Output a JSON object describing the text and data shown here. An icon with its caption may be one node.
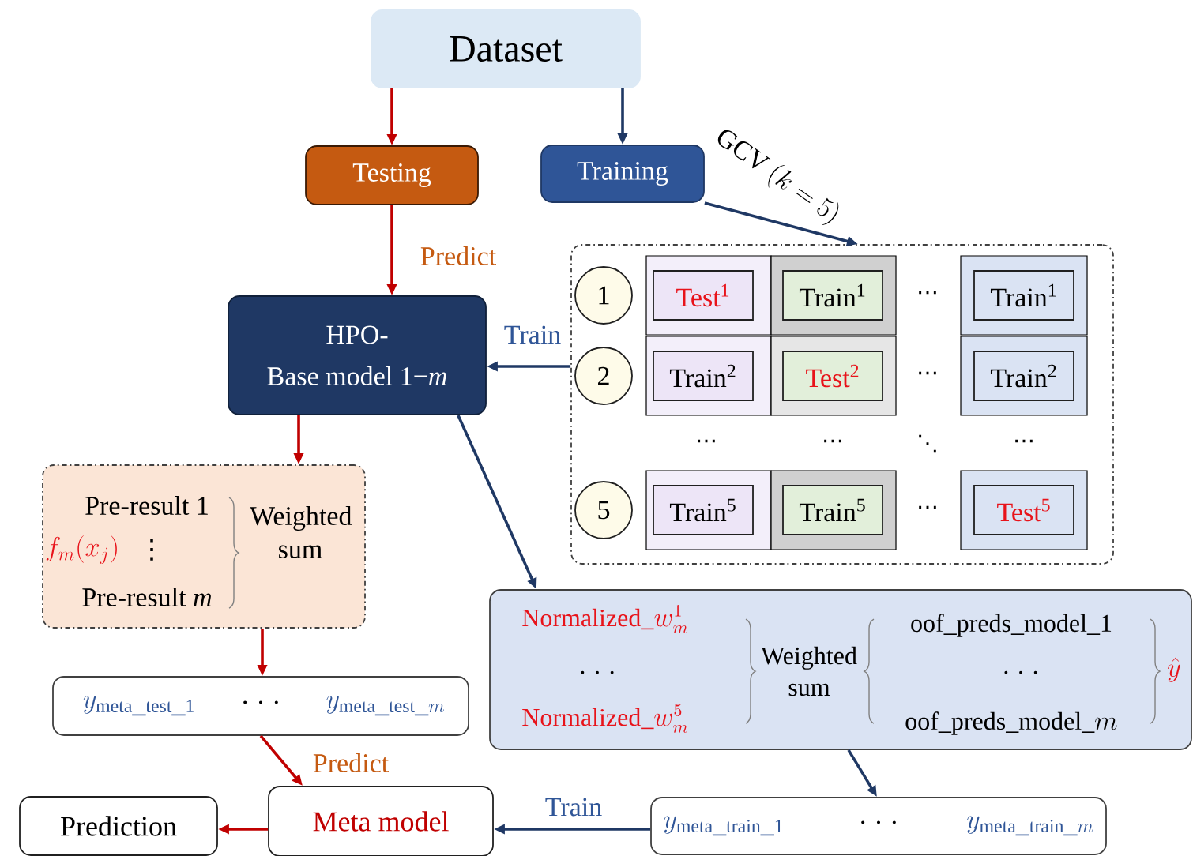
{
  "diagram": {
    "nodes": [
      {
        "text": [
          "Dataset"
        ]
      },
      {
        "text": [
          "Testing"
        ]
      },
      {
        "text": [
          "Training"
        ]
      },
      {
        "text": [
          "HPO-",
          "Base model 1−*m*"
        ]
      },
      {
        "text": [],
        "shape": "box"
      },
      {
        "text": [
          "1"
        ],
        "in": 4
      },
      {
        "text": [
          "Test$^{1}$"
        ],
        "in": 4
      },
      {
        "text": [
          "Train$^{1}$"
        ],
        "in": 4
      },
      {
        "text": [
          "Train$^{1}$"
        ],
        "in": 4
      },
      {
        "text": [
          "2"
        ],
        "in": 4
      },
      {
        "text": [
          "Train$^{2}$"
        ],
        "in": 4
      },
      {
        "text": [
          "Test$^{2}$"
        ],
        "in": 4
      },
      {
        "text": [
          "Train$^{2}$"
        ],
        "in": 4
      },
      {
        "text": [
          "5"
        ],
        "in": 4
      },
      {
        "text": [
          "Train$^{5}$"
        ],
        "in": 4
      },
      {
        "text": [
          "Train$^{5}$"
        ],
        "in": 4
      },
      {
        "text": [
          "Test$^{5}$"
        ],
        "in": 4
      },
      {
        "text": [
          "Pre-result 1",
          "f_m(x_j)",
          "⋮",
          "Pre-result *m*",
          "Weighted sum"
        ]
      },
      {
        "text": [
          "y_{\\mathrm{meta\\_test\\_1}}",
          "· · ·",
          "y_{\\mathrm{meta\\_test\\_}m}"
        ]
      },
      {
        "text": [
          "\\mathrm{Normalized\\_}w_m^{1}",
          "· · ·",
          "\\mathrm{Normalized\\_}w_m^{5}",
          "Weighted sum",
          "oof_preds_model_1",
          "· · ·",
          "\\mathrm{oof\\_preds\\_model\\_}m",
          "\\hat{y}"
        ]
      },
      {
        "text": [
          "y_{\\mathrm{meta\\_train\\_1}}",
          "· · ·",
          "y_{\\mathrm{meta\\_train\\_}m}"
        ]
      },
      {
        "text": [
          "Meta model"
        ]
      },
      {
        "text": [
          "Prediction"
        ]
      }
    ],
    "edges": [
      {
        "from": 0,
        "to": 1,
        "arrow": "to",
        "color": "#c00000"
      },
      {
        "from": 0,
        "to": 2,
        "arrow": "to",
        "color": "#1f3864"
      },
      {
        "from": 1,
        "to": 3,
        "arrow": "to",
        "label": "Predict",
        "color": "#c00000"
      },
      {
        "from": 2,
        "to": 4,
        "arrow": "to",
        "label": "\\mathrm{GCV}\\ (k=5)",
        "color": "#1f3864"
      },
      {
        "from": 4,
        "to": 3,
        "arrow": "to",
        "label": "Train",
        "color": "#1f3864"
      },
      {
        "from": 3,
        "to": 17,
        "arrow": "to",
        "color": "#c00000"
      },
      {
        "from": 3,
        "to": 19,
        "arrow": "to",
        "color": "#1f3864"
      },
      {
        "from": 17,
        "to": 18,
        "arrow": "to",
        "color": "#c00000"
      },
      {
        "from": 18,
        "to": 21,
        "arrow": "to",
        "label": "Predict",
        "color": "#c00000"
      },
      {
        "from": 19,
        "to": 20,
        "arrow": "to",
        "color": "#1f3864"
      },
      {
        "from": 20,
        "to": 21,
        "arrow": "to",
        "label": "Train",
        "color": "#1f3864"
      },
      {
        "from": 21,
        "to": 22,
        "arrow": "to",
        "color": "#c00000"
      }
    ],
    "labels": [
      "⋯",
      "⋯",
      "⋯",
      "⋯",
      "⋱",
      "⋯",
      "⋯"
    ]
  }
}
